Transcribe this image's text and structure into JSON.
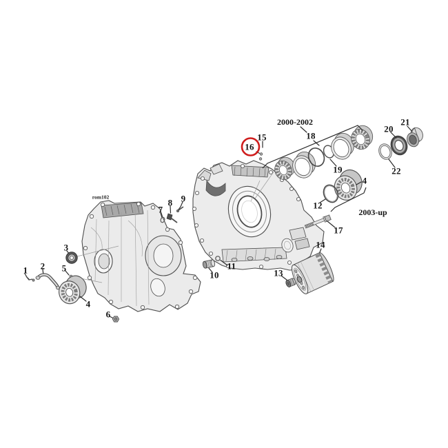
{
  "figure": {
    "kind": "exploded-parts-diagram",
    "subject": "Motorcycle engine crankcase exploded view",
    "background_color": "#ffffff",
    "line_color": "#4c4c4c",
    "highlight_color": "#cf1d1d"
  },
  "labels": {
    "drawing_code": "rom102",
    "era_early": "2000-2002",
    "era_late": "2003-up"
  },
  "highlight": {
    "circled_part": "16"
  },
  "callouts": {
    "c1": "1",
    "c2": "2",
    "c3": "3",
    "c4_left": "4",
    "c5": "5",
    "c6": "6",
    "c7": "7",
    "c8": "8",
    "c9": "9",
    "c10": "10",
    "c11": "11",
    "c12": "12",
    "c13": "13",
    "c14": "14",
    "c15": "15",
    "c16": "16",
    "c17": "17",
    "c18": "18",
    "c19": "19",
    "c20": "20",
    "c21": "21",
    "c22": "22",
    "c4_right": "4"
  }
}
